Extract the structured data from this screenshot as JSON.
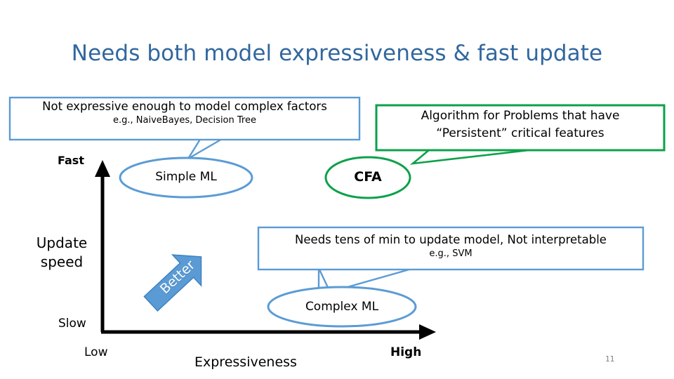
{
  "slide": {
    "title": "Needs both model expressiveness & fast update",
    "number": "11",
    "title_color": "#31679E",
    "accent_blue": "#5B9BD5",
    "accent_green": "#0CA14A",
    "axis_color": "#000000",
    "background": "#FFFFFF"
  },
  "callouts": [
    {
      "id": "simple-ml-callout",
      "color": "#5B9BD5",
      "line1": "Not expressive enough to model complex factors",
      "line2": "e.g., NaiveBayes, Decision Tree",
      "points_to": "Simple ML"
    },
    {
      "id": "cfa-callout",
      "color": "#0CA14A",
      "line1": "Algorithm for Problems that have",
      "line2": "“Persistent” critical features",
      "points_to": "CFA"
    },
    {
      "id": "complex-ml-callout",
      "color": "#5B9BD5",
      "line1": "Needs tens of min to update model, Not interpretable",
      "line2": "e.g., SVM",
      "points_to": "Complex ML"
    }
  ],
  "nodes": [
    {
      "id": "simple-ml",
      "label": "Simple ML",
      "color": "#5B9BD5"
    },
    {
      "id": "cfa",
      "label": "CFA",
      "color": "#0CA14A"
    },
    {
      "id": "complex-ml",
      "label": "Complex ML",
      "color": "#5B9BD5"
    }
  ],
  "chart_data": {
    "type": "scatter",
    "title": "Needs both model expressiveness & fast update",
    "xlabel": "Expressiveness",
    "ylabel": "Update speed",
    "x_ticks": [
      "Low",
      "High"
    ],
    "y_ticks": [
      "Slow",
      "Fast"
    ],
    "grid": false,
    "legend": "none",
    "annotation_arrow": "Better",
    "points": [
      {
        "label": "Simple ML",
        "x": "low",
        "y": "fast",
        "note": "Not expressive enough to model complex factors; e.g., NaiveBayes, Decision Tree"
      },
      {
        "label": "CFA",
        "x": "medium",
        "y": "fast",
        "note": "Algorithm for Problems that have “Persistent” critical features"
      },
      {
        "label": "Complex ML",
        "x": "high",
        "y": "slow",
        "note": "Needs tens of min to update model, Not interpretable; e.g., SVM"
      }
    ]
  },
  "axes": {
    "y_top_label": "Fast",
    "y_bottom_label": "Slow",
    "y_title_line1": "Update",
    "y_title_line2": "speed",
    "x_left_label": "Low",
    "x_right_label": "High",
    "x_title": "Expressiveness",
    "direction_arrow_label": "Better"
  }
}
